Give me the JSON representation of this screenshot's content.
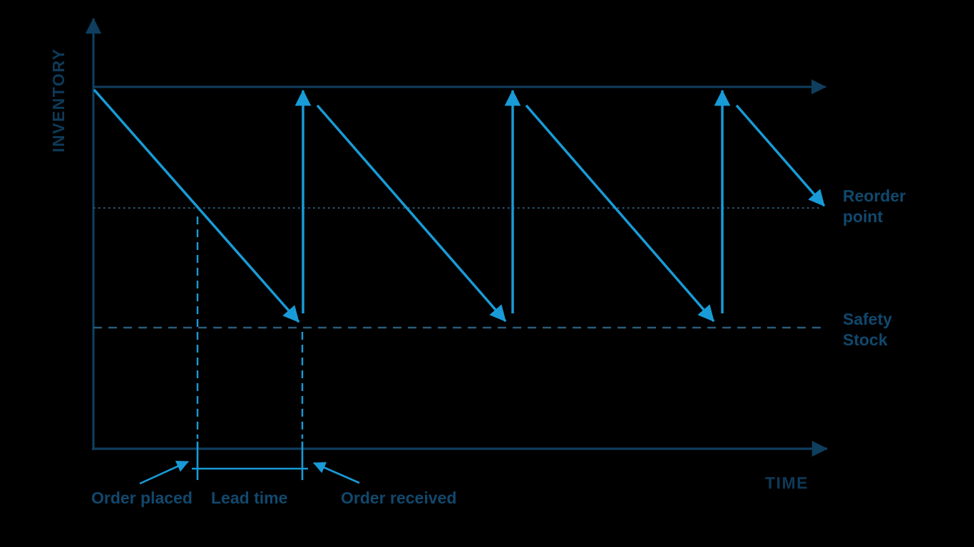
{
  "labels": {
    "y_axis": "INVENTORY",
    "x_axis": "TIME",
    "reorder_point_line1": "Reorder",
    "reorder_point_line2": "point",
    "safety_stock_line1": "Safety",
    "safety_stock_line2": "Stock",
    "order_placed": "Order placed",
    "lead_time": "Lead time",
    "order_received": "Order received"
  },
  "colors": {
    "background": "#000000",
    "axis_navy": "#0f3e5e",
    "guide_dash": "#2b5b7b",
    "accent_blue": "#199bd7",
    "label_text": "#11486d"
  }
}
